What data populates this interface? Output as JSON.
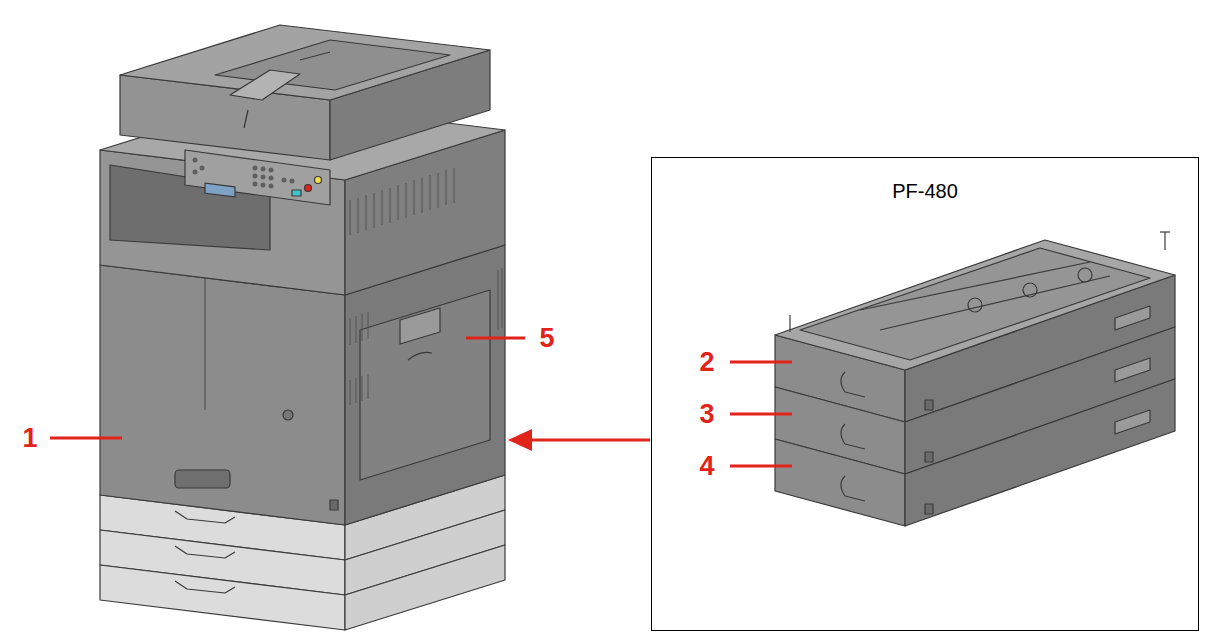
{
  "diagram": {
    "nodes": [
      {
        "text": [
          "PF-480"
        ]
      }
    ],
    "labels": [
      "1",
      "5",
      "2",
      "3",
      "4"
    ]
  }
}
